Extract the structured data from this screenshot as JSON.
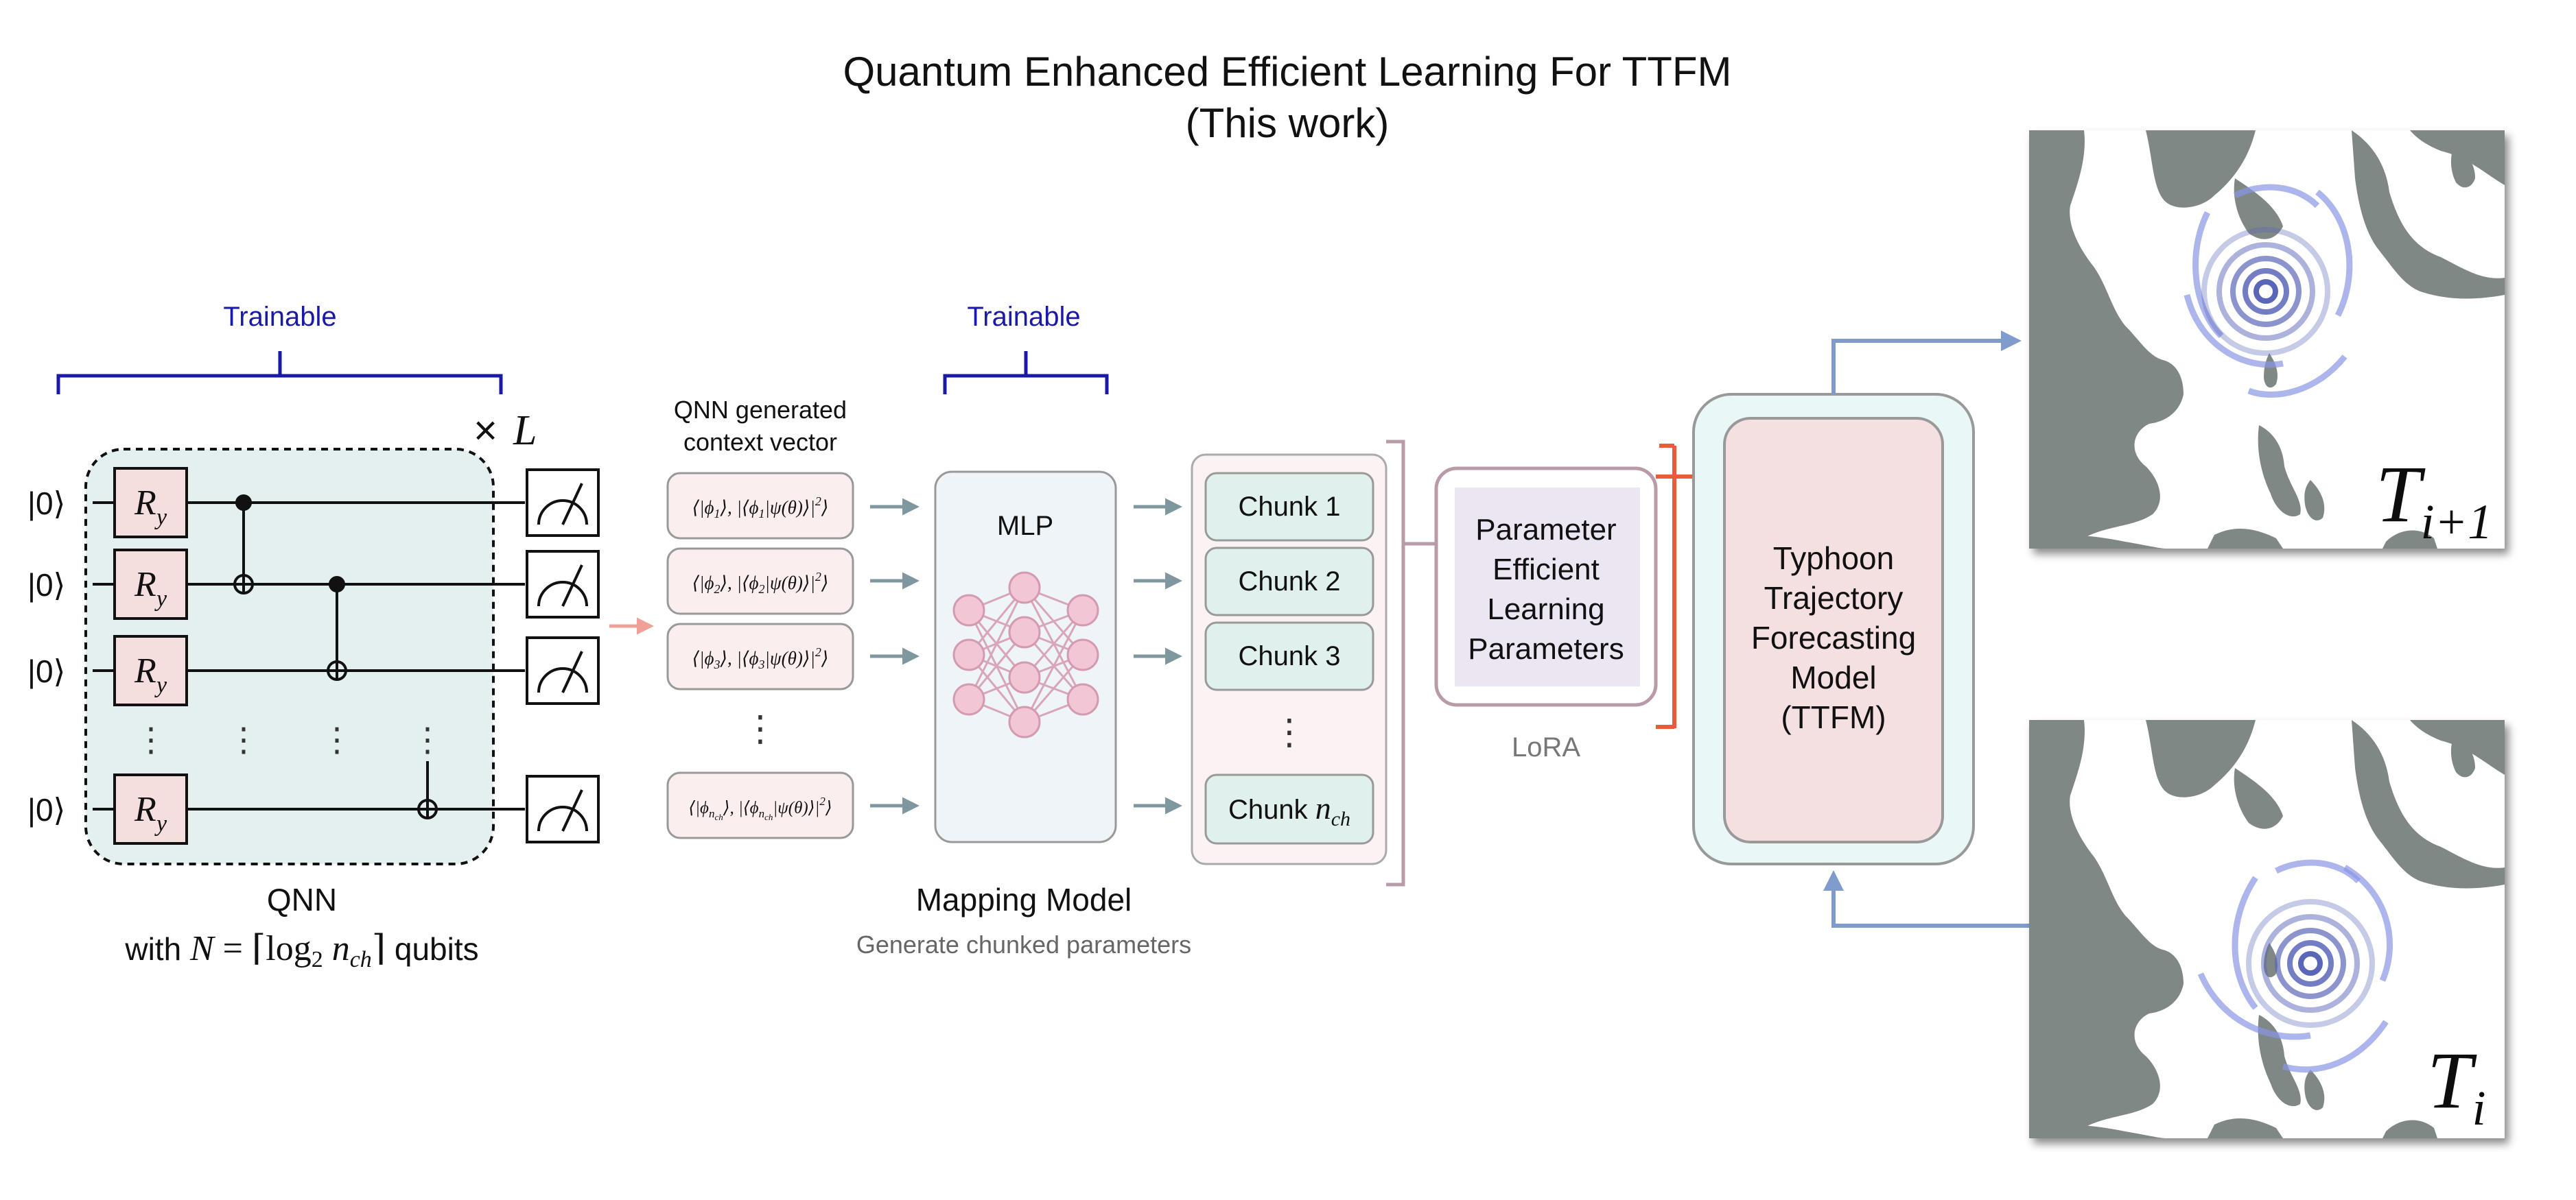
{
  "title": {
    "line1": "Quantum Enhanced Efficient Learning For TTFM",
    "line2": "(This work)"
  },
  "qnn": {
    "trainable_label": "Trainable",
    "repeat_times": "×",
    "repeat_var": "L",
    "ket": "|0⟩",
    "gate_main": "R",
    "gate_sub": "y",
    "caption": "QNN",
    "subcaption_pre": "with ",
    "subcaption_N": "N",
    "subcaption_eq": " = ⌈log",
    "subcaption_two": "2",
    "subcaption_n": " n",
    "subcaption_ch": "ch",
    "subcaption_close": "⌉",
    "subcaption_post": " qubits",
    "vdots": "⋮"
  },
  "context": {
    "label_line1": "QNN generated",
    "label_line2": "context vector",
    "items": [
      {
        "pre": "⟨|ϕ",
        "sub": "1",
        "mid": "⟩, |⟨ϕ",
        "sub2": "1",
        "post": "|ψ(θ)⟩|",
        "sup": "2",
        "close": "⟩"
      },
      {
        "pre": "⟨|ϕ",
        "sub": "2",
        "mid": "⟩, |⟨ϕ",
        "sub2": "2",
        "post": "|ψ(θ)⟩|",
        "sup": "2",
        "close": "⟩"
      },
      {
        "pre": "⟨|ϕ",
        "sub": "3",
        "mid": "⟩, |⟨ϕ",
        "sub2": "3",
        "post": "|ψ(θ)⟩|",
        "sup": "2",
        "close": "⟩"
      },
      {
        "pre": "⟨|ϕ",
        "sub": "n",
        "subsub": "ch",
        "mid": "⟩, |⟨ϕ",
        "sub2": "n",
        "subsub2": "ch",
        "post": "|ψ(θ)⟩|",
        "sup": "2",
        "close": "⟩"
      }
    ],
    "vdots": "⋮"
  },
  "mapping": {
    "trainable_label": "Trainable",
    "mlp_label": "MLP",
    "caption": "Mapping Model",
    "subcaption": "Generate chunked parameters"
  },
  "chunks": {
    "items": [
      "Chunk 1",
      "Chunk 2",
      "Chunk 3"
    ],
    "last_pre": "Chunk ",
    "last_var": "n",
    "last_sub": "ch",
    "vdots": "⋮"
  },
  "pelp": {
    "lines": [
      "Parameter",
      "Efficient",
      "Learning",
      "Parameters"
    ],
    "caption": "LoRA"
  },
  "ttfm": {
    "lines": [
      "Typhoon",
      "Trajectory",
      "Forecasting",
      "Model",
      "(TTFM)"
    ]
  },
  "maps": {
    "top_label": "T",
    "top_sub": "i+1",
    "bottom_label": "T",
    "bottom_sub": "i"
  },
  "colors": {
    "trainable_blue": "#1a1aa6",
    "qnn_bg": "#e4f0f0",
    "gate_fill": "#f5dede",
    "context_fill": "#fbeeee",
    "mlp_fill": "#eef4f7",
    "chunk_fill": "#e0f0ec",
    "chunk_panel": "#fbf3f3",
    "pelp_fill": "#ece6f2",
    "ttfm_outer": "#e9f7f7",
    "ttfm_inner": "#f4e0e0",
    "arrow_gray": "#7f98a0",
    "arrow_blue": "#7f9ccc",
    "lora_orange": "#e85c3c",
    "land_gray": "#808885",
    "node_pink": "#f2c6d4"
  }
}
